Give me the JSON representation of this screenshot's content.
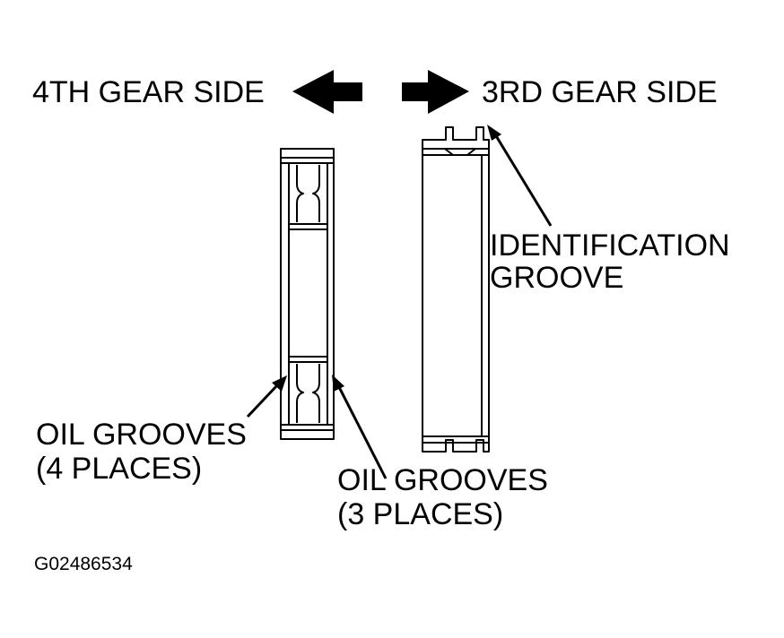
{
  "labels": {
    "left_side": "4TH GEAR SIDE",
    "right_side": "3RD GEAR SIDE",
    "identification_line1": "IDENTIFICATION",
    "identification_line2": "GROOVE",
    "oil4_line1": "OIL GROOVES",
    "oil4_line2": "(4 PLACES)",
    "oil3_line1": "OIL GROOVES",
    "oil3_line2": "(3 PLACES)"
  },
  "figure_id": "G02486534",
  "icons": {
    "left_arrow": "arrow-left-icon",
    "right_arrow": "arrow-right-icon"
  },
  "colors": {
    "ink": "#000000",
    "paper": "#ffffff"
  }
}
